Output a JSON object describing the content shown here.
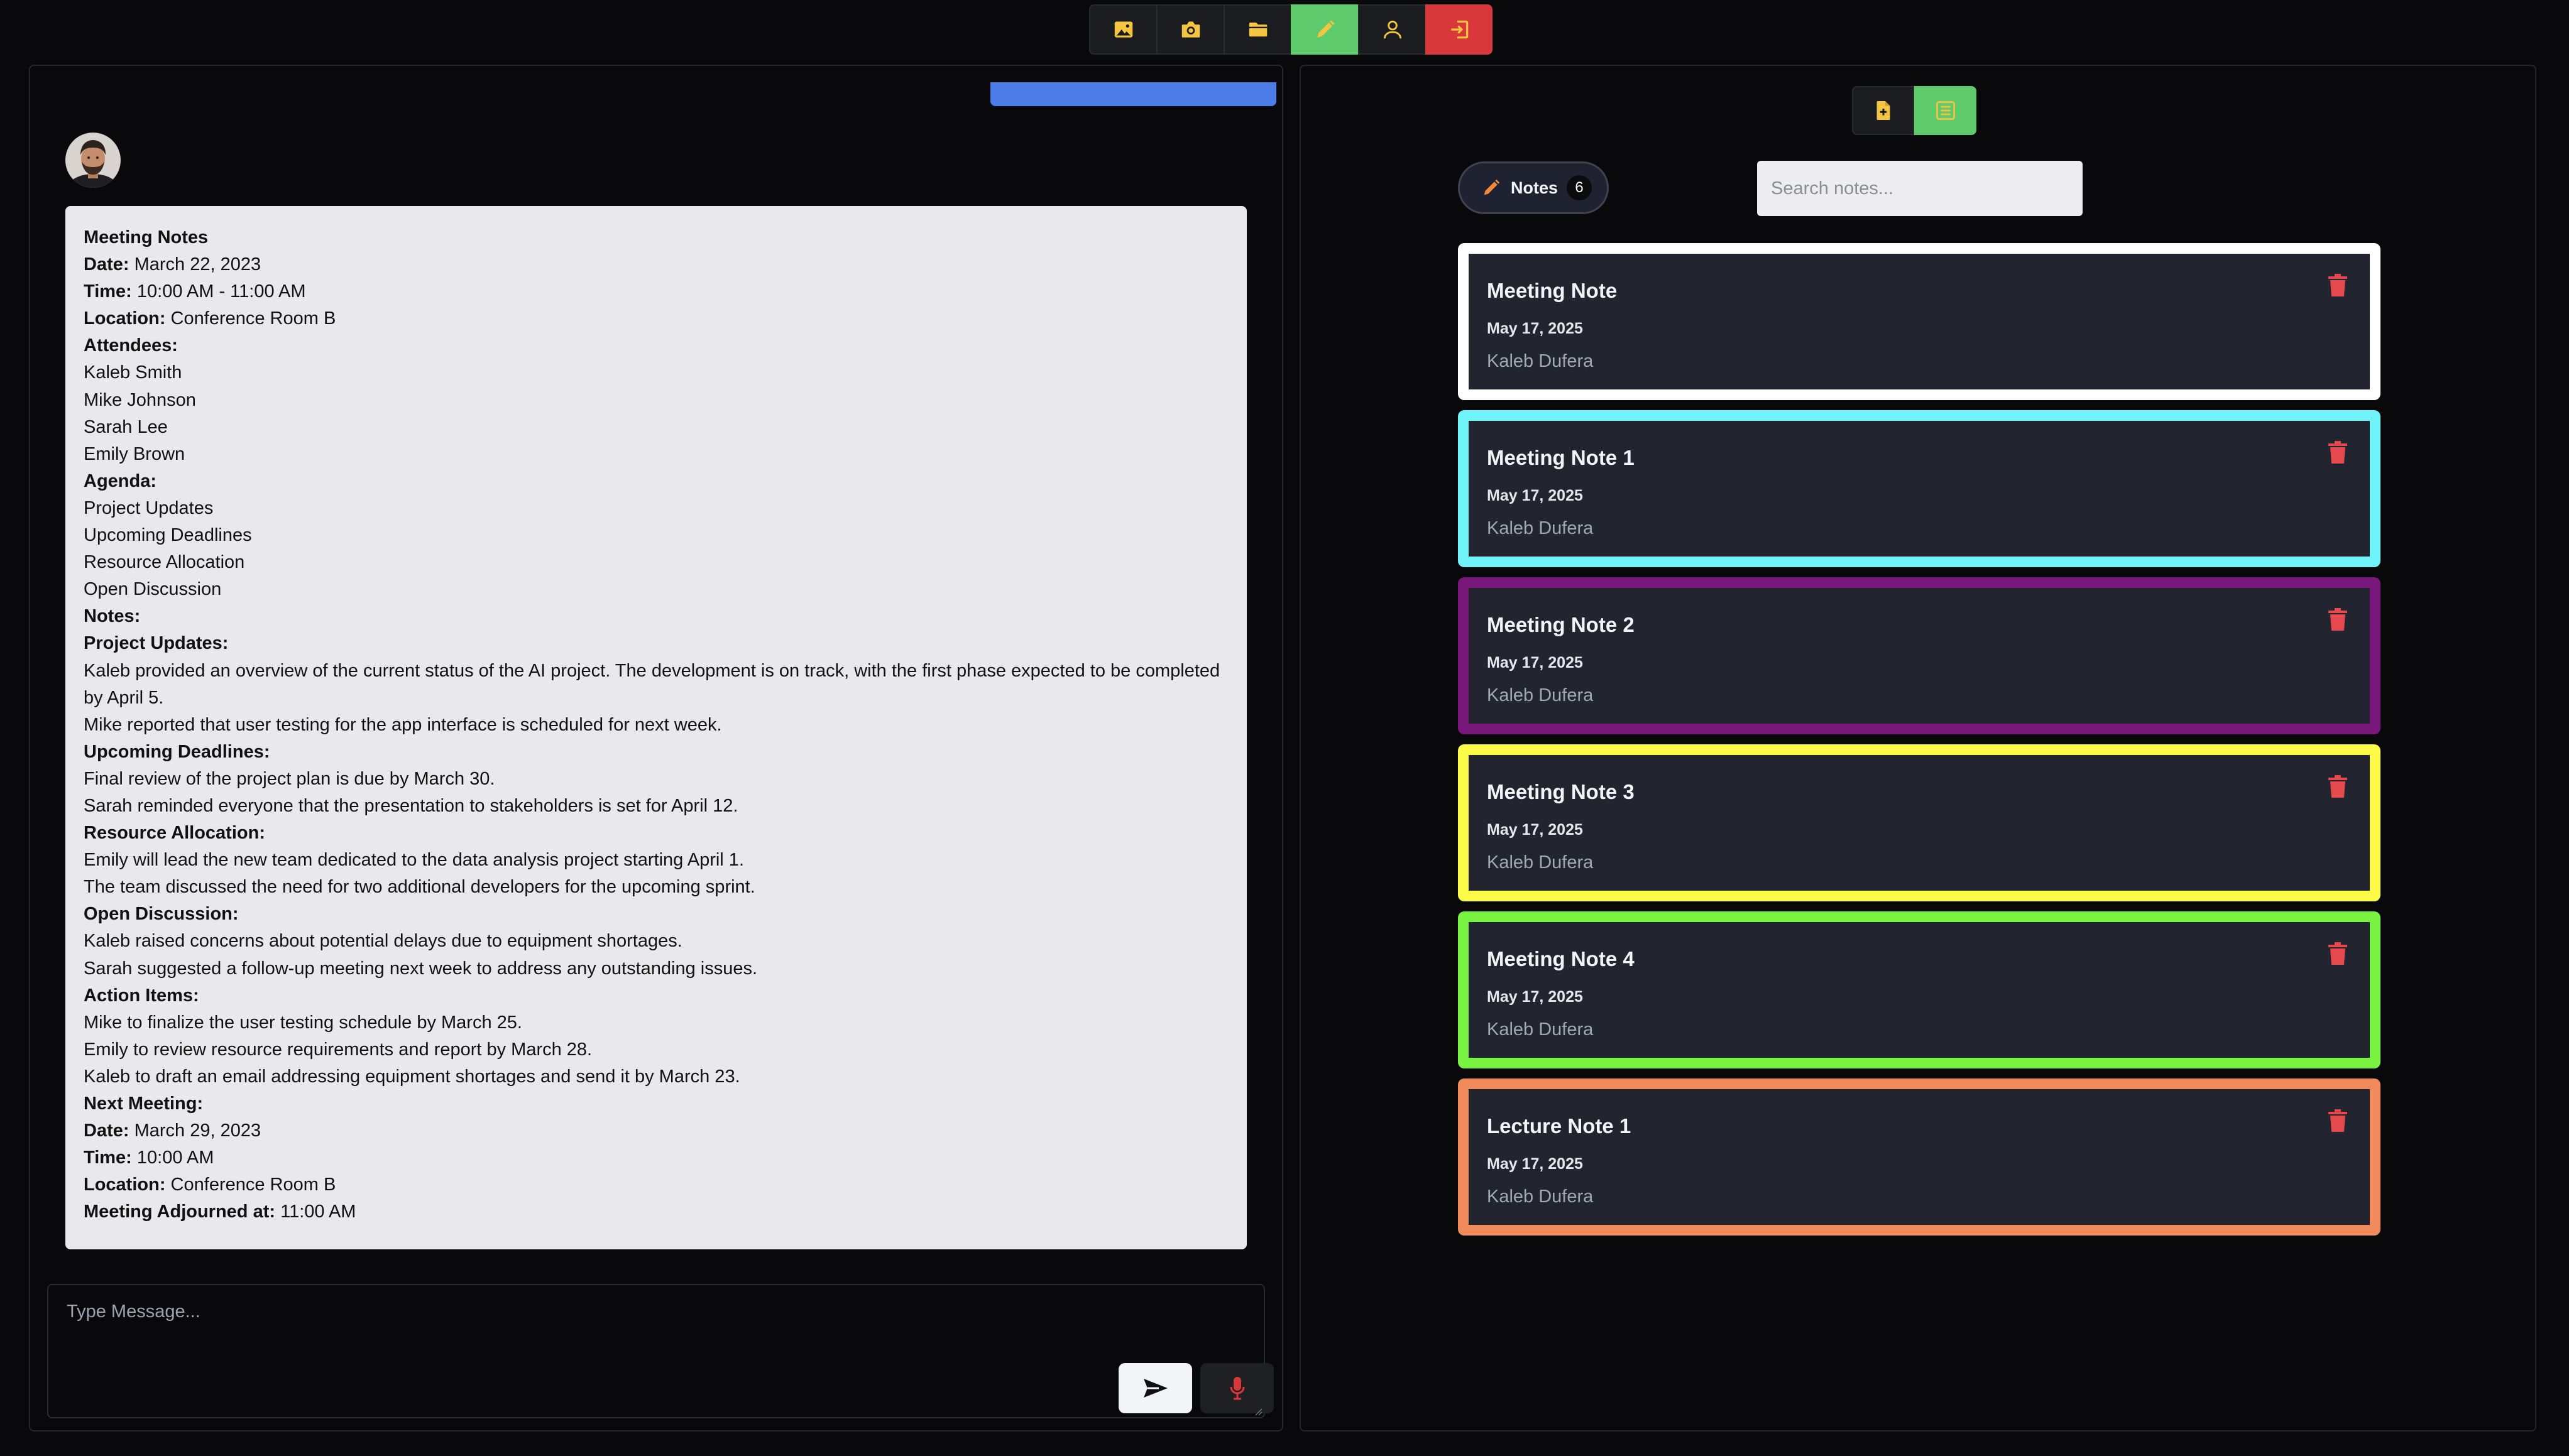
{
  "toolbar": {
    "buttons": [
      {
        "icon": "image-icon",
        "state": "default"
      },
      {
        "icon": "camera-icon",
        "state": "default"
      },
      {
        "icon": "folder-icon",
        "state": "default"
      },
      {
        "icon": "pencil-icon",
        "state": "active"
      },
      {
        "icon": "user-icon",
        "state": "default"
      },
      {
        "icon": "logout-icon",
        "state": "danger"
      }
    ]
  },
  "colors": {
    "background": "#09090b",
    "accent_green": "#5fca6c",
    "danger_red": "#d9383a",
    "icon_yellow": "#f5c542",
    "blue_bar": "#4d7de8",
    "trash_red": "#e5484d"
  },
  "chat": {
    "message_lines": [
      {
        "label": "Meeting Notes",
        "text": ""
      },
      {
        "label": "Date:",
        "text": " March 22, 2023"
      },
      {
        "label": "Time:",
        "text": " 10:00 AM - 11:00 AM"
      },
      {
        "label": "Location:",
        "text": " Conference Room B"
      },
      {
        "label": "Attendees:",
        "text": ""
      },
      {
        "label": "",
        "text": "Kaleb Smith"
      },
      {
        "label": "",
        "text": "Mike Johnson"
      },
      {
        "label": "",
        "text": "Sarah Lee"
      },
      {
        "label": "",
        "text": "Emily Brown"
      },
      {
        "label": "Agenda:",
        "text": ""
      },
      {
        "label": "",
        "text": "Project Updates"
      },
      {
        "label": "",
        "text": "Upcoming Deadlines"
      },
      {
        "label": "",
        "text": "Resource Allocation"
      },
      {
        "label": "",
        "text": "Open Discussion"
      },
      {
        "label": "Notes:",
        "text": ""
      },
      {
        "label": "Project Updates:",
        "text": ""
      },
      {
        "label": "",
        "text": "Kaleb provided an overview of the current status of the AI project. The development is on track, with the first phase expected to be completed by April 5."
      },
      {
        "label": "",
        "text": "Mike reported that user testing for the app interface is scheduled for next week."
      },
      {
        "label": "Upcoming Deadlines:",
        "text": ""
      },
      {
        "label": "",
        "text": "Final review of the project plan is due by March 30."
      },
      {
        "label": "",
        "text": "Sarah reminded everyone that the presentation to stakeholders is set for April 12."
      },
      {
        "label": "Resource Allocation:",
        "text": ""
      },
      {
        "label": "",
        "text": "Emily will lead the new team dedicated to the data analysis project starting April 1."
      },
      {
        "label": "",
        "text": "The team discussed the need for two additional developers for the upcoming sprint."
      },
      {
        "label": "Open Discussion:",
        "text": ""
      },
      {
        "label": "",
        "text": "Kaleb raised concerns about potential delays due to equipment shortages."
      },
      {
        "label": "",
        "text": "Sarah suggested a follow-up meeting next week to address any outstanding issues."
      },
      {
        "label": "Action Items:",
        "text": ""
      },
      {
        "label": "",
        "text": "Mike to finalize the user testing schedule by March 25."
      },
      {
        "label": "",
        "text": "Emily to review resource requirements and report by March 28."
      },
      {
        "label": "",
        "text": "Kaleb to draft an email addressing equipment shortages and send it by March 23."
      },
      {
        "label": "Next Meeting:",
        "text": ""
      },
      {
        "label": "Date:",
        "text": " March 29, 2023"
      },
      {
        "label": "Time:",
        "text": " 10:00 AM"
      },
      {
        "label": "Location:",
        "text": " Conference Room B"
      },
      {
        "label": "Meeting Adjourned at:",
        "text": " 11:00 AM"
      }
    ],
    "input": {
      "placeholder": "Type Message...",
      "value": ""
    }
  },
  "notes_panel": {
    "notes_label": "Notes",
    "notes_count": "6",
    "search_placeholder": "Search notes...",
    "notes": [
      {
        "title": "Meeting Note",
        "date": "May 17, 2025",
        "author": "Kaleb Dufera",
        "border_color": "#ffffff"
      },
      {
        "title": "Meeting Note 1",
        "date": "May 17, 2025",
        "author": "Kaleb Dufera",
        "border_color": "#6ef3f8"
      },
      {
        "title": "Meeting Note 2",
        "date": "May 17, 2025",
        "author": "Kaleb Dufera",
        "border_color": "#7a177b"
      },
      {
        "title": "Meeting Note 3",
        "date": "May 17, 2025",
        "author": "Kaleb Dufera",
        "border_color": "#fbfb48"
      },
      {
        "title": "Meeting Note 4",
        "date": "May 17, 2025",
        "author": "Kaleb Dufera",
        "border_color": "#78f342"
      },
      {
        "title": "Lecture Note 1",
        "date": "May 17, 2025",
        "author": "Kaleb Dufera",
        "border_color": "#f08a5a"
      }
    ]
  }
}
